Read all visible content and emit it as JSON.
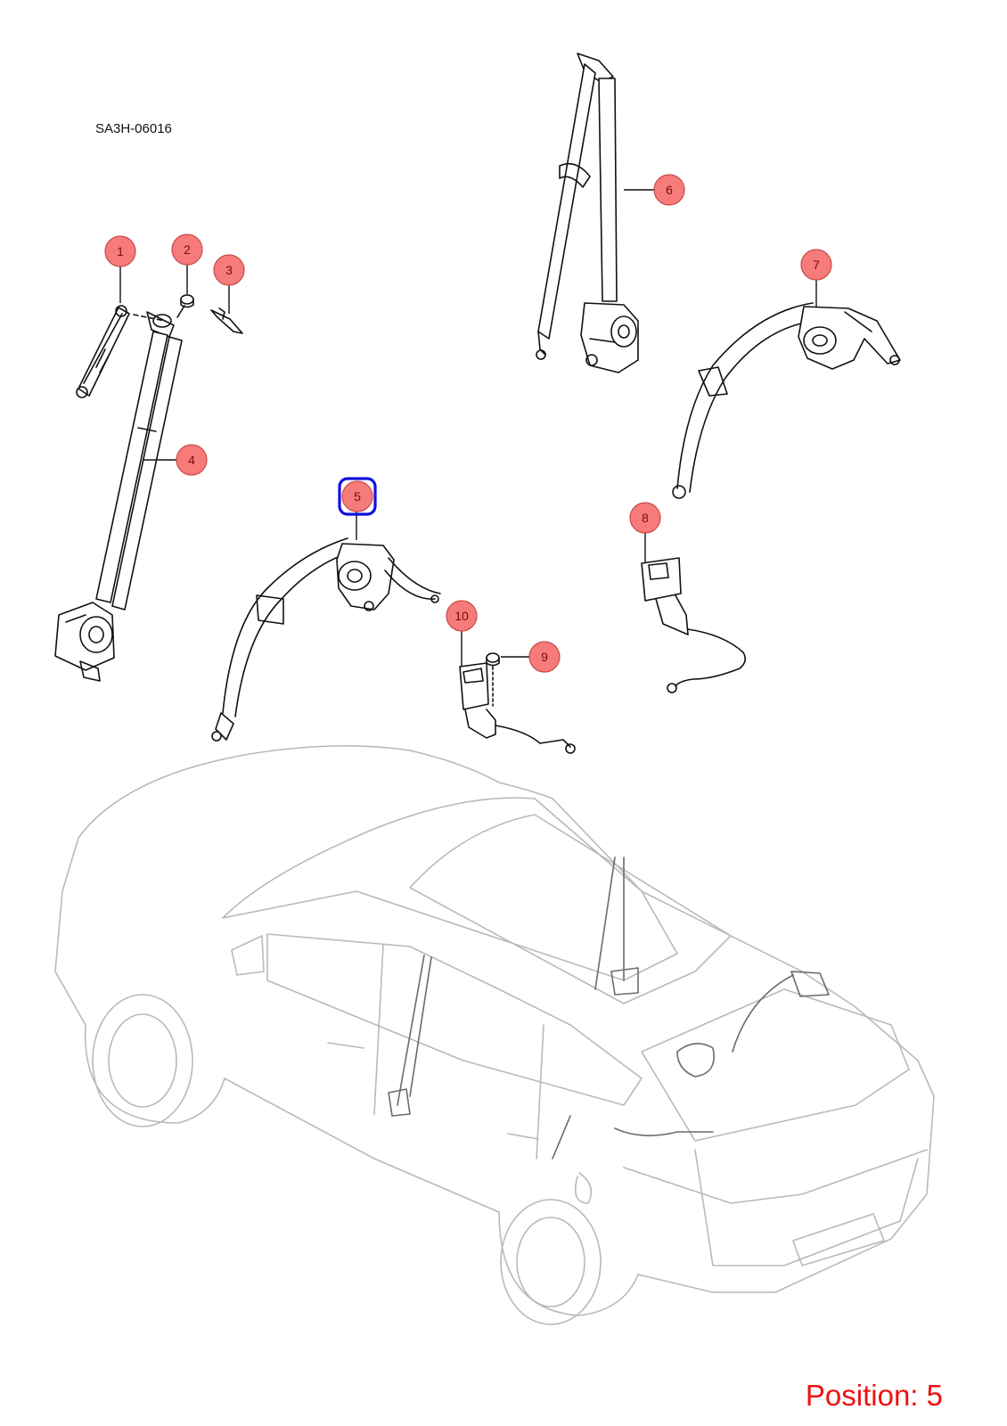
{
  "diagram_ref": "SA3H-06016",
  "callouts": [
    {
      "number": "1"
    },
    {
      "number": "2"
    },
    {
      "number": "3"
    },
    {
      "number": "4"
    },
    {
      "number": "5",
      "selected": true
    },
    {
      "number": "6"
    },
    {
      "number": "7"
    },
    {
      "number": "8"
    },
    {
      "number": "9"
    },
    {
      "number": "10"
    }
  ],
  "position": {
    "label": "Position:",
    "value": "5"
  },
  "colors": {
    "callout_fill": "#f77b7b",
    "callout_border": "#c94a4a",
    "selection_outline": "#1111dd",
    "position_text": "#ee1111",
    "line_art": "#111111",
    "vehicle_outline": "#b9b9b9"
  }
}
